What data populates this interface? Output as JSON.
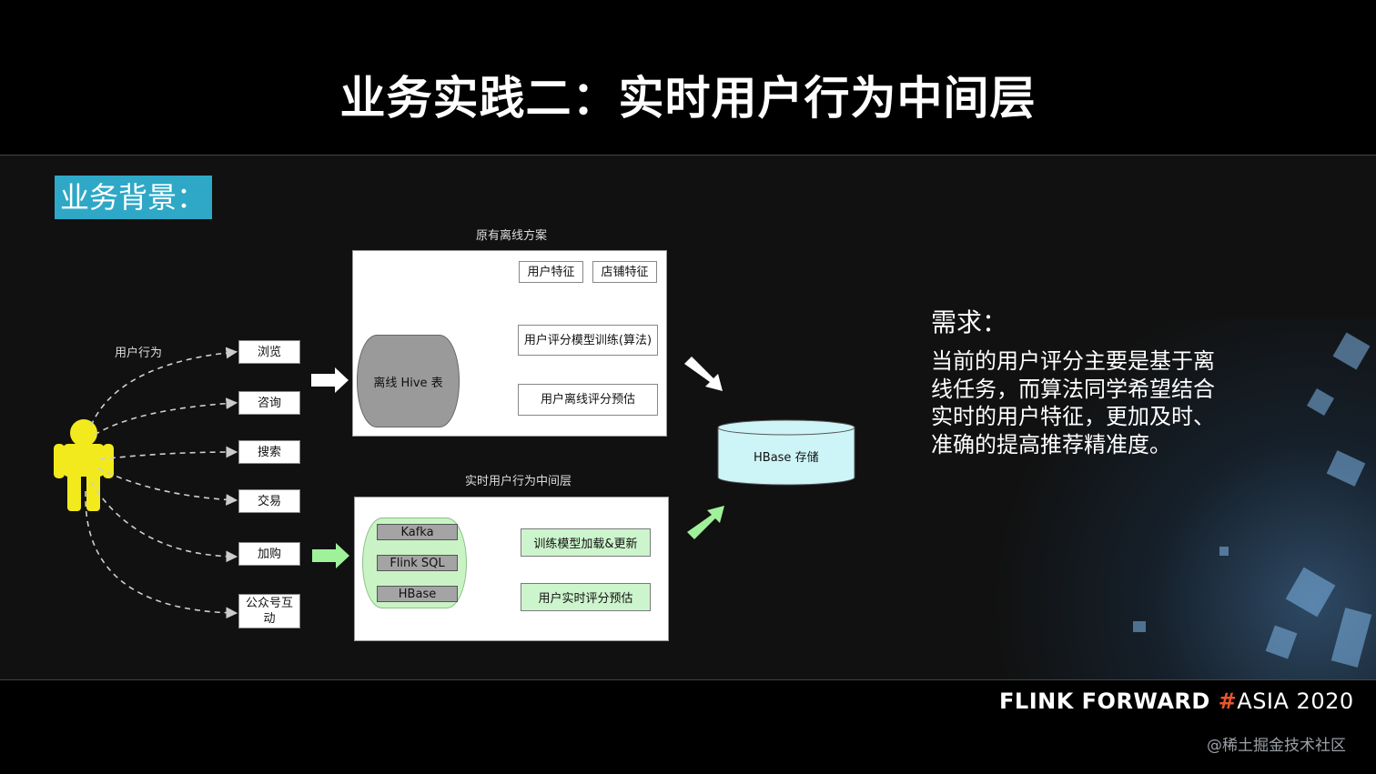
{
  "title": "业务实践二：实时用户行为中间层",
  "background_label": "业务背景：",
  "diagram": {
    "user_behavior_label": "用户行为",
    "actions": [
      "浏览",
      "咨询",
      "搜索",
      "交易",
      "加购",
      "公众号互动"
    ],
    "offline": {
      "caption": "原有离线方案",
      "source": "离线 Hive 表",
      "feature_user": "用户特征",
      "feature_shop": "店铺特征",
      "training": "用户评分模型训练(算法)",
      "predict": "用户离线评分预估"
    },
    "realtime": {
      "caption": "实时用户行为中间层",
      "kafka": "Kafka",
      "flink": "Flink SQL",
      "hbase": "HBase",
      "model_update": "训练模型加载&更新",
      "predict": "用户实时评分预估"
    },
    "storage": "HBase 存储"
  },
  "requirement": {
    "title": "需求：",
    "text": "当前的用户评分主要是基于离线任务，而算法同学希望结合实时的用户特征，更加及时、准确的提高推荐精准度。"
  },
  "footer": {
    "logo_main": "FLINK FORWARD ",
    "logo_hash": "#",
    "logo_asia": "ASIA 2020",
    "watermark": "@稀土掘金技术社区"
  },
  "colors": {
    "badge": "#2ea8c6",
    "person": "#f2ea1c",
    "stream_green": "#c9f3c4",
    "hbase_cyan": "#cdf5f7",
    "accent_hash": "#e8552b"
  }
}
